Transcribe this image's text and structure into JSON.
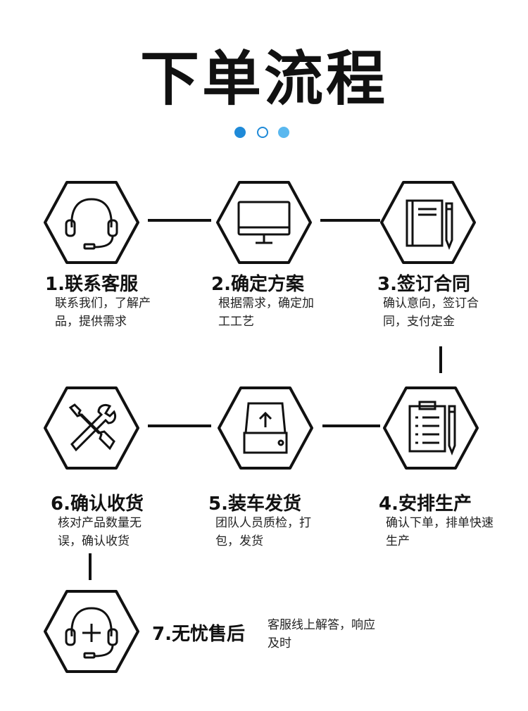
{
  "page": {
    "title": "下单流程"
  },
  "steps": [
    {
      "title": "1.联系客服",
      "desc": "联系我们，了解产品，提供需求",
      "icon": "headset-icon"
    },
    {
      "title": "2.确定方案",
      "desc": "根据需求，确定加工工艺",
      "icon": "monitor-icon"
    },
    {
      "title": "3.签订合同",
      "desc": "确认意向，签订合同，支付定金",
      "icon": "contract-pen-icon"
    },
    {
      "title": "4.安排生产",
      "desc": "确认下单，排单快速生产",
      "icon": "clipboard-checklist-icon"
    },
    {
      "title": "5.装车发货",
      "desc": "团队人员质检，打包，发货",
      "icon": "shipping-box-icon"
    },
    {
      "title": "6.确认收货",
      "desc": "核对产品数量无误，确认收货",
      "icon": "tools-icon"
    },
    {
      "title": "7.无忧售后",
      "desc": "客服线上解答，响应及时",
      "icon": "headset-plus-icon"
    }
  ],
  "colors": {
    "accent": "#1f8ad8",
    "accent_light": "#5ab8ef",
    "line": "#111111"
  }
}
